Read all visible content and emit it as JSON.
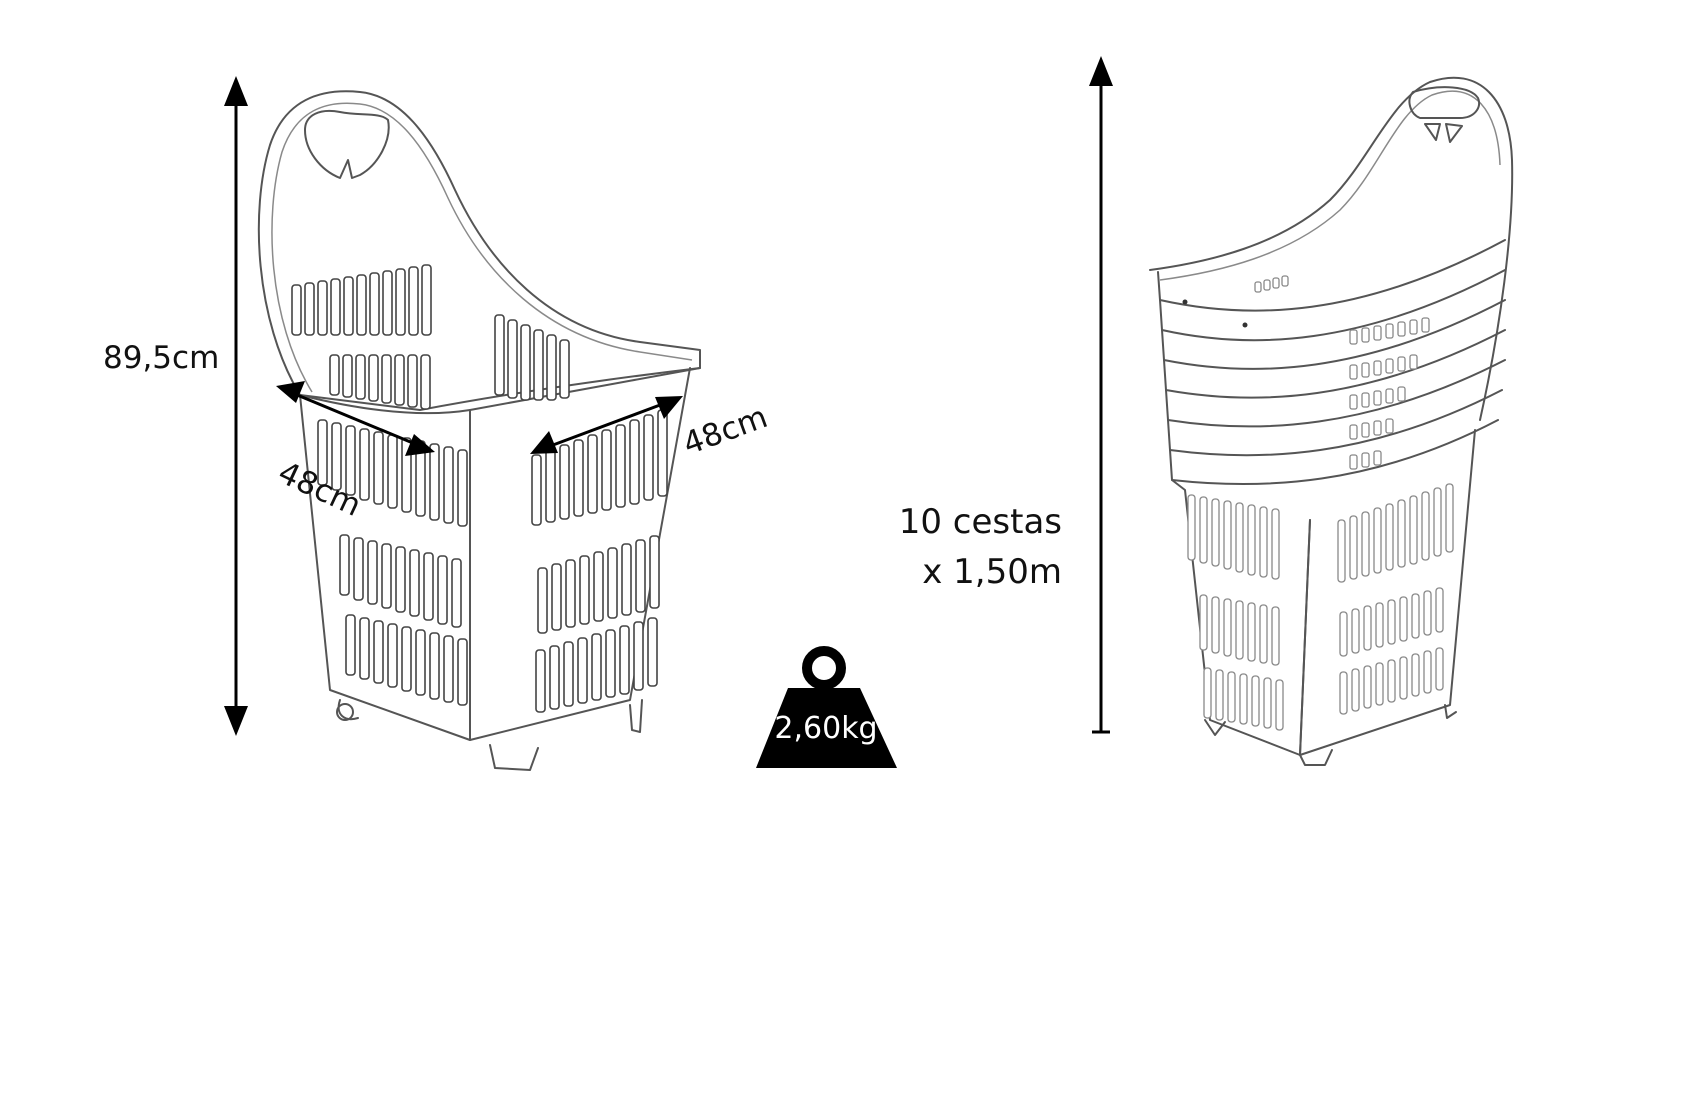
{
  "dimensions": {
    "height": "89,5cm",
    "depth": "48cm",
    "width": "48cm"
  },
  "weight": {
    "label": "2,60kg"
  },
  "stack": {
    "line1": "10 cestas",
    "line2": "x 1,50m"
  },
  "colors": {
    "outline": "#555555",
    "arrow": "#000000",
    "weight_fill": "#000000",
    "background": "#ffffff"
  }
}
